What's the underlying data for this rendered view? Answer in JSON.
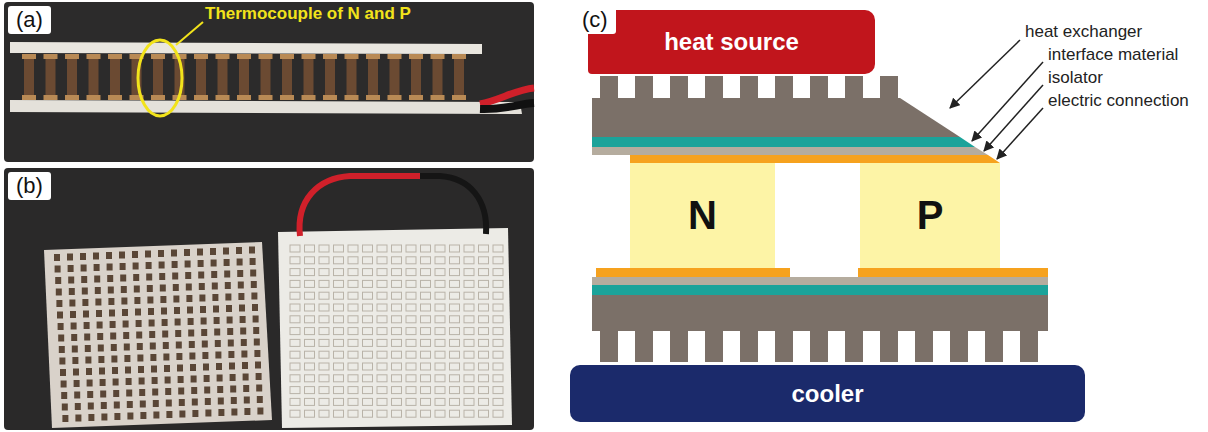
{
  "diagram": {
    "nodes": [
      {
        "text": [
          "heat source"
        ]
      },
      {
        "text": [
          "N"
        ]
      },
      {
        "text": [
          "P"
        ]
      },
      {
        "text": [
          "cooler"
        ]
      }
    ],
    "labels": [
      "(a)",
      "Thermocouple of N and P",
      "(b)",
      "(c)",
      "heat exchanger",
      "interface material",
      "isolator",
      "electric connection"
    ]
  }
}
